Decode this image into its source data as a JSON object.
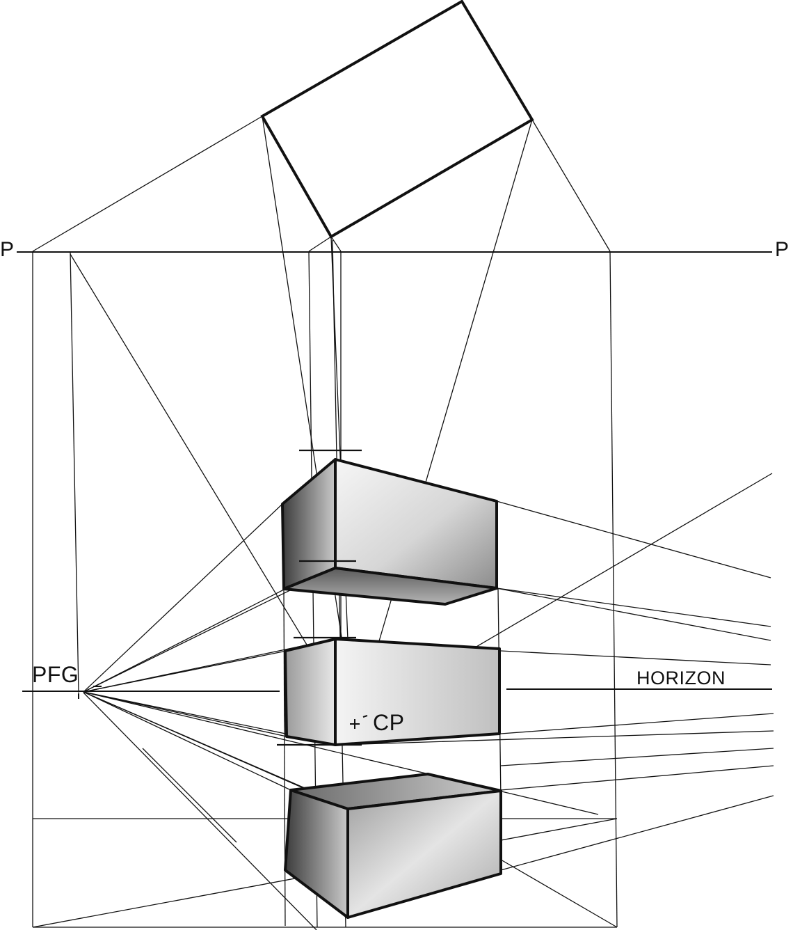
{
  "labels": {
    "picture_plane_left": "P",
    "picture_plane_right": "P",
    "vanishing_point": "PFG",
    "horizon": "HORIZON",
    "center_point": "CP"
  },
  "colors": {
    "ink": "#111111",
    "shade_dark": "#4a4a4a",
    "shade_light": "#f4f4f4"
  }
}
